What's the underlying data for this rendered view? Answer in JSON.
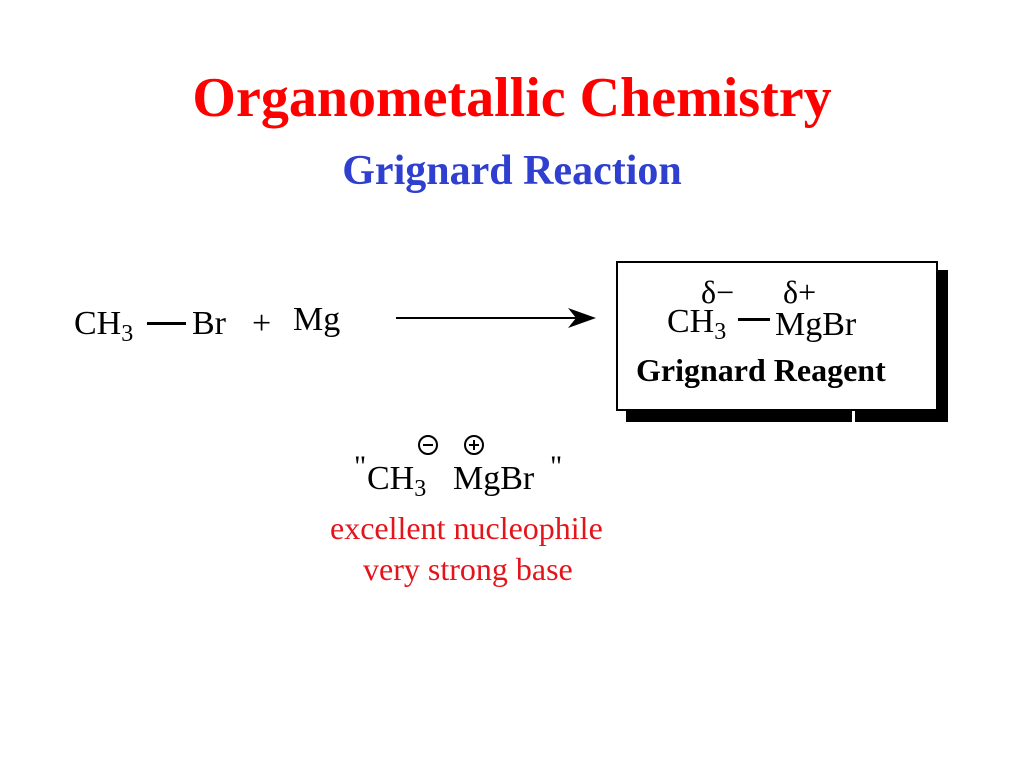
{
  "slide": {
    "title": "Organometallic Chemistry",
    "subtitle": "Grignard Reaction"
  },
  "reaction": {
    "reactant_ch": "CH",
    "reactant_sub": "3",
    "reactant_br": "Br",
    "plus": "+",
    "metal": "Mg"
  },
  "product": {
    "delta_minus": "δ−",
    "delta_plus": "δ+",
    "ch": "CH",
    "sub": "3",
    "mgbr": "MgBr",
    "label": "Grignard Reagent"
  },
  "ionic": {
    "open_quote": "\"",
    "ch": "CH",
    "sub": "3",
    "mgbr": "MgBr",
    "close_quote": "\""
  },
  "notes": {
    "line1": "excellent nucleophile",
    "line2": "very strong base"
  },
  "colors": {
    "title": "#ff0000",
    "subtitle": "#2f3fd0",
    "notes": "#e4141b"
  }
}
